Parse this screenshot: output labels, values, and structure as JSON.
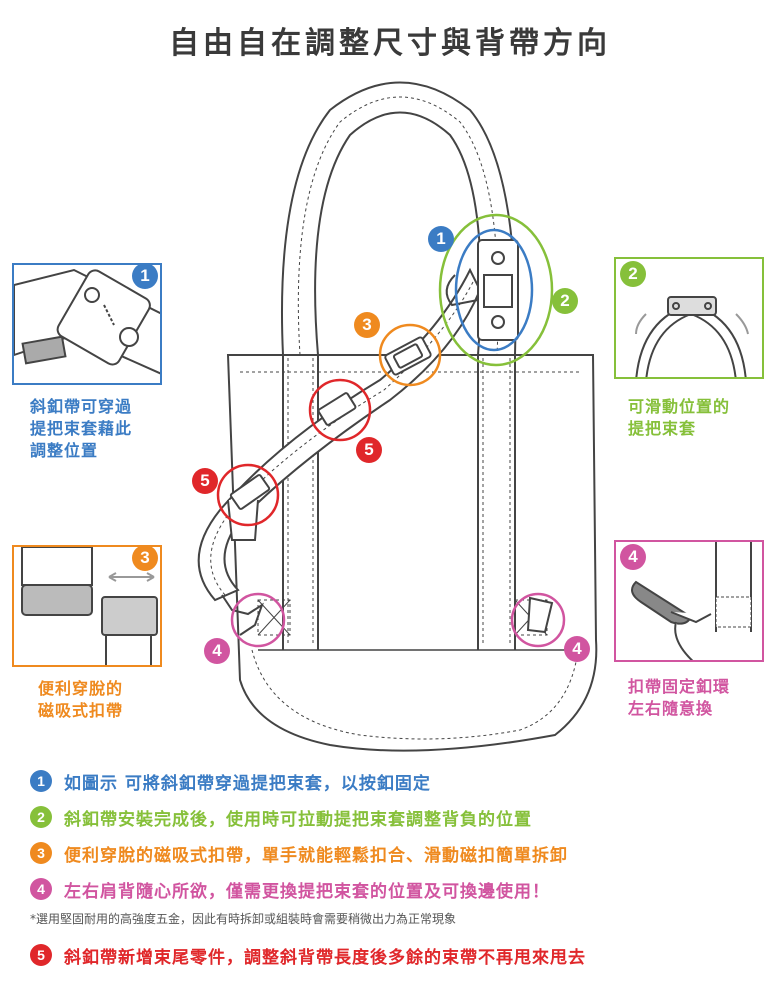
{
  "title": "自由自在調整尺寸與背帶方向",
  "colors": {
    "blue": "#3b7cc4",
    "green": "#86c03a",
    "orange": "#ef8a1f",
    "pink": "#d155a0",
    "red": "#e0272a",
    "line": "#444444"
  },
  "callouts": {
    "c1": "1",
    "c2": "2",
    "c3": "3",
    "c4": "4",
    "c5": "5"
  },
  "panels": {
    "p1": {
      "badge": "1",
      "caption": [
        "斜釦帶可穿過",
        "提把束套藉此",
        "調整位置"
      ]
    },
    "p2": {
      "badge": "2",
      "caption": [
        "可滑動位置的",
        "提把束套"
      ]
    },
    "p3": {
      "badge": "3",
      "caption": [
        "便利穿脫的",
        "磁吸式扣帶"
      ]
    },
    "p4": {
      "badge": "4",
      "caption": [
        "扣帶固定釦環",
        "左右隨意換"
      ]
    }
  },
  "notes": [
    {
      "num": "1",
      "text": "如圖示 可將斜釦帶穿過提把束套，以按釦固定"
    },
    {
      "num": "2",
      "text": "斜釦帶安裝完成後，使用時可拉動提把束套調整背負的位置"
    },
    {
      "num": "3",
      "text": "便利穿脫的磁吸式扣帶，單手就能輕鬆扣合、滑動磁扣簡單拆卸"
    },
    {
      "num": "4",
      "text": "左右肩背隨心所欲，僅需更換提把束套的位置及可換邊使用！"
    }
  ],
  "footnote": "*選用堅固耐用的高強度五金，因此有時拆卸或組裝時會需要稍微出力為正常現象",
  "note5": {
    "num": "5",
    "text": "斜釦帶新增束尾零件，調整斜背帶長度後多餘的束帶不再甩來甩去"
  }
}
